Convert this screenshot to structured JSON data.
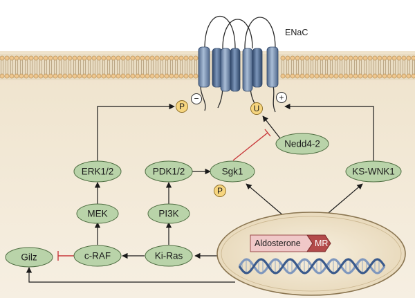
{
  "channel": {
    "label": "ENaC"
  },
  "phospho_label": "P",
  "ubiquitin_label": "U",
  "minus_sign": "−",
  "plus_sign": "+",
  "nodes": {
    "erk": "ERK1/2",
    "pdk": "PDK1/2",
    "sgk": "Sgk1",
    "nedd": "Nedd4-2",
    "kswnk": "KS-WNK1",
    "mek": "MEK",
    "pi3k": "PI3K",
    "gilz": "Gilz",
    "craf": "c-RAF",
    "kiras": "Ki-Ras"
  },
  "nucleus": {
    "aldosterone": "Aldosterone",
    "mr": "MR"
  },
  "colors": {
    "node_fill": "#b9d3a9",
    "node_stroke": "#4f6e42",
    "cytoplasm": "#f1e7d3",
    "membrane_head": "#efc78f",
    "channel_blue": "#6d8bb0",
    "phospho_fill": "#f6d57f",
    "inhibit_red": "#c8383a",
    "aldosterone_fill": "#f0c8c8",
    "mr_fill": "#b34a4a",
    "dna_blue": "#3a5a8c"
  }
}
